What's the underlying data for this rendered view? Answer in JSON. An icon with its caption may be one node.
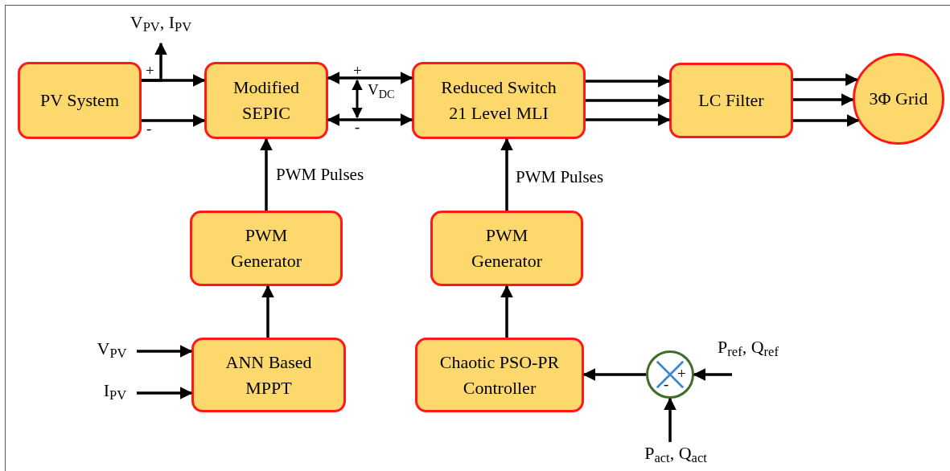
{
  "diagram": {
    "nodes": [
      {
        "text": [
          "PV System"
        ]
      },
      {
        "text": [
          "Modified SEPIC"
        ]
      },
      {
        "text": [
          "Reduced Switch 21 Level MLI"
        ]
      },
      {
        "text": [
          "LC Filter"
        ]
      },
      {
        "text": [
          "3Φ Grid"
        ]
      },
      {
        "text": [
          "PWM Generator"
        ]
      },
      {
        "text": [
          "PWM Generator"
        ]
      },
      {
        "text": [
          "ANN Based MPPT"
        ]
      },
      {
        "text": [
          "Chaotic PSO-PR Controller"
        ]
      },
      {
        "text": [],
        "shape": "circle"
      },
      {
        "text": [
          "V$_{PV}$, I$_{PV}$"
        ]
      },
      {
        "text": [
          "V$_{PV}$"
        ]
      },
      {
        "text": [
          "I$_{PV}$"
        ]
      },
      {
        "text": [
          "P$_{ref}$, Q$_{ref}$"
        ]
      },
      {
        "text": [
          "P$_{act}$, Q$_{act}$"
        ]
      }
    ],
    "edges": [
      {
        "from": 0,
        "to": 1,
        "arrow": "to"
      },
      {
        "from": 0,
        "to": 1,
        "arrow": "to"
      },
      {
        "from": 0,
        "to": 10,
        "arrow": "to"
      },
      {
        "from": 1,
        "to": 2,
        "arrow": "both"
      },
      {
        "from": 1,
        "to": 2,
        "arrow": "both"
      },
      {
        "from": 2,
        "to": 3,
        "arrow": "to"
      },
      {
        "from": 2,
        "to": 3,
        "arrow": "to"
      },
      {
        "from": 2,
        "to": 3,
        "arrow": "to"
      },
      {
        "from": 3,
        "to": 4,
        "arrow": "to"
      },
      {
        "from": 3,
        "to": 4,
        "arrow": "to"
      },
      {
        "from": 3,
        "to": 4,
        "arrow": "to"
      },
      {
        "from": 5,
        "to": 1,
        "arrow": "to",
        "label": "PWM Pulses"
      },
      {
        "from": 6,
        "to": 2,
        "arrow": "to",
        "label": "PWM Pulses"
      },
      {
        "from": 7,
        "to": 5,
        "arrow": "to"
      },
      {
        "from": 8,
        "to": 6,
        "arrow": "to"
      },
      {
        "from": 11,
        "to": 7,
        "arrow": "to"
      },
      {
        "from": 12,
        "to": 7,
        "arrow": "to"
      },
      {
        "from": 9,
        "to": 8,
        "arrow": "to"
      },
      {
        "from": 13,
        "to": 9,
        "arrow": "to"
      },
      {
        "from": 14,
        "to": 9,
        "arrow": "to"
      }
    ],
    "labels": [
      "+",
      "+",
      "V$_{DC}$",
      "-",
      "-",
      "+",
      "-"
    ]
  }
}
